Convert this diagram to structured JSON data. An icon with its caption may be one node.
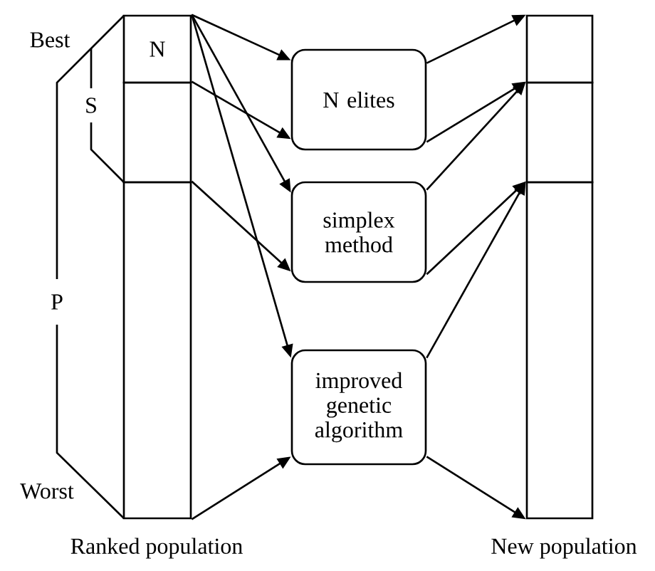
{
  "diagram": {
    "nodes": [
      {
        "text": [
          "N"
        ]
      },
      {
        "text": [],
        "shape": "box"
      },
      {
        "text": [],
        "shape": "box"
      },
      {
        "text": [
          "N elites"
        ]
      },
      {
        "text": [
          "simplex method"
        ]
      },
      {
        "text": [
          "improved genetic algorithm"
        ]
      },
      {
        "text": [],
        "shape": "box"
      },
      {
        "text": [],
        "shape": "box"
      },
      {
        "text": [],
        "shape": "box"
      }
    ],
    "edges": [
      {
        "from": 0,
        "to": 3,
        "arrow": "to"
      },
      {
        "from": 1,
        "to": 3,
        "arrow": "to"
      },
      {
        "from": 0,
        "to": 4,
        "arrow": "to"
      },
      {
        "from": 2,
        "to": 4,
        "arrow": "to"
      },
      {
        "from": 0,
        "to": 5,
        "arrow": "to"
      },
      {
        "from": 2,
        "to": 5,
        "arrow": "to"
      },
      {
        "from": 3,
        "to": 6,
        "arrow": "to"
      },
      {
        "from": 3,
        "to": 7,
        "arrow": "to"
      },
      {
        "from": 4,
        "to": 7,
        "arrow": "to"
      },
      {
        "from": 4,
        "to": 8,
        "arrow": "to"
      },
      {
        "from": 5,
        "to": 8,
        "arrow": "to"
      },
      {
        "from": 5,
        "to": 8,
        "arrow": "to"
      }
    ],
    "labels": [
      "Best",
      "S",
      "P",
      "Worst",
      "Ranked population",
      "New population"
    ]
  }
}
